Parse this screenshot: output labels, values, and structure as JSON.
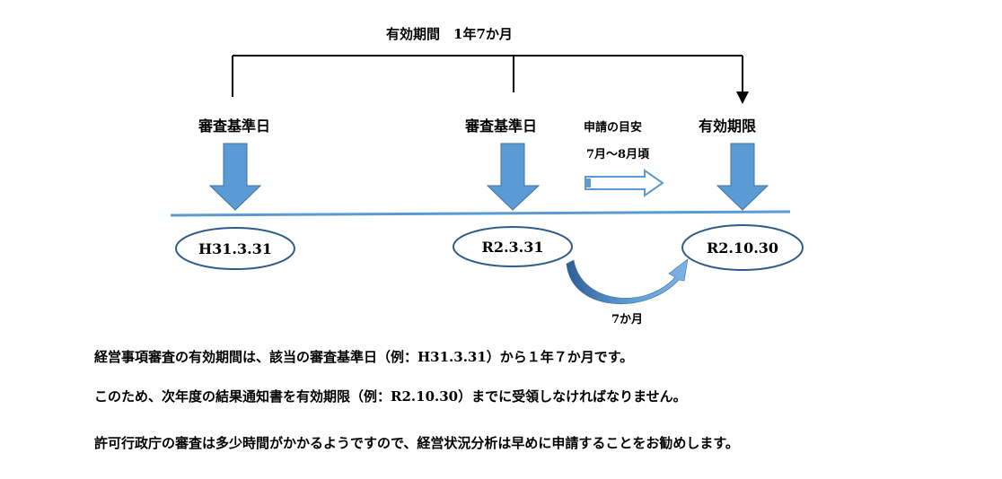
{
  "period_title": "有効期間　1年7か月",
  "markers": [
    {
      "label": "審査基準日",
      "date": "H31.3.31"
    },
    {
      "label": "審査基準日",
      "date": "R2.3.31"
    },
    {
      "label": "有効期限",
      "date": "R2.10.30"
    }
  ],
  "application": {
    "title": "申請の目安",
    "timing": "7月～8月頃"
  },
  "gap_label": "7か月",
  "paragraphs": [
    "経営事項審査の有効期間は、該当の審査基準日（例：H31.3.31）から１年７か月です。",
    "このため、次年度の結果通知書を有効期限（例：R2.10.30）までに受領しなければなりません。",
    "許可行政庁の審査は多少時間がかかるようですので、経営状況分析は早めに申請することをお勧めします。"
  ],
  "colors": {
    "arrow_fill": "#5b9bd5",
    "arrow_stroke": "#41719c",
    "timeline": "#5b9bd5",
    "ellipse_stroke": "#2e5c8a"
  }
}
